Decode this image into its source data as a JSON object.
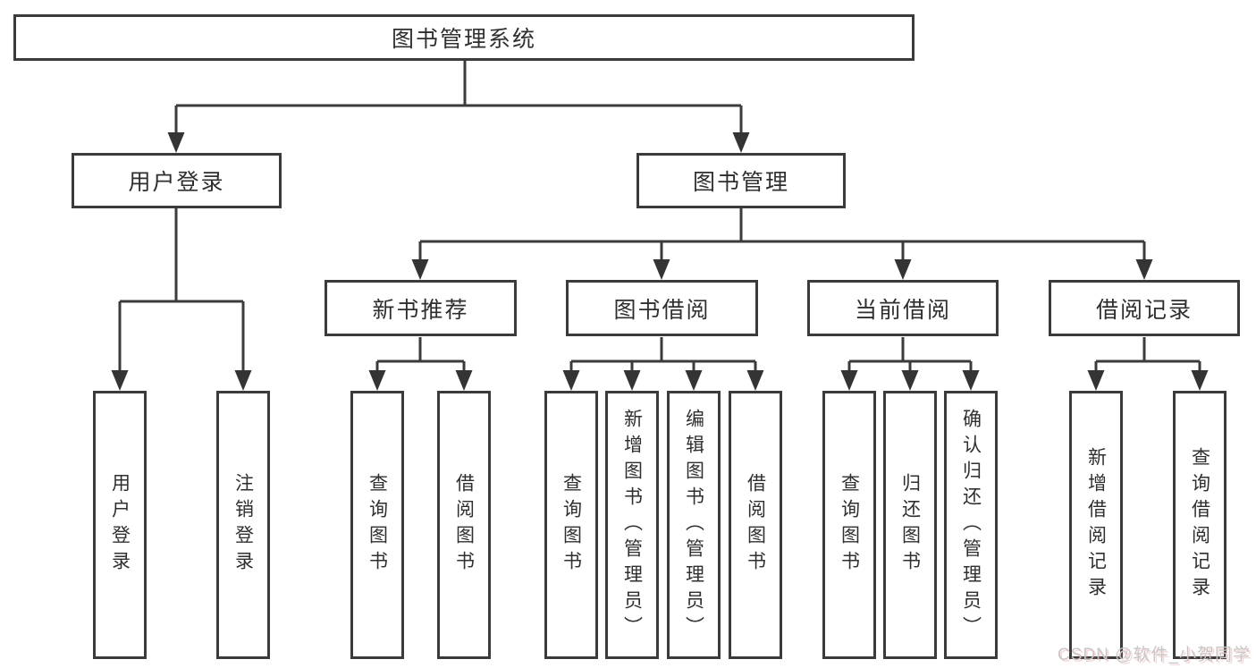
{
  "nodes": {
    "root": "图书管理系统",
    "user_login": "用户登录",
    "book_management": "图书管理",
    "new_book_recommend": "新书推荐",
    "book_borrow": "图书借阅",
    "current_borrow": "当前借阅",
    "borrow_records": "借阅记录",
    "leaf_user_login": "用户登录",
    "leaf_logout": "注销登录",
    "leaf_search_book_1": "查询图书",
    "leaf_borrow_book_1": "借阅图书",
    "leaf_search_book_2": "查询图书",
    "leaf_add_book_admin": "新增图书（管理员）",
    "leaf_edit_book_admin": "编辑图书（管理员）",
    "leaf_borrow_book_2": "借阅图书",
    "leaf_search_book_3": "查询图书",
    "leaf_return_book": "归还图书",
    "leaf_confirm_return_admin": "确认归还（管理员）",
    "leaf_add_borrow_record": "新增借阅记录",
    "leaf_search_borrow_record": "查询借阅记录"
  },
  "watermark": "CSDN @软件_小贺同学",
  "colors": {
    "line": "#3b3b3b",
    "box_border": "#3b3b3b",
    "text": "#2f2f2f",
    "background": "#ffffff",
    "watermark_text": "#c7c7c7"
  }
}
